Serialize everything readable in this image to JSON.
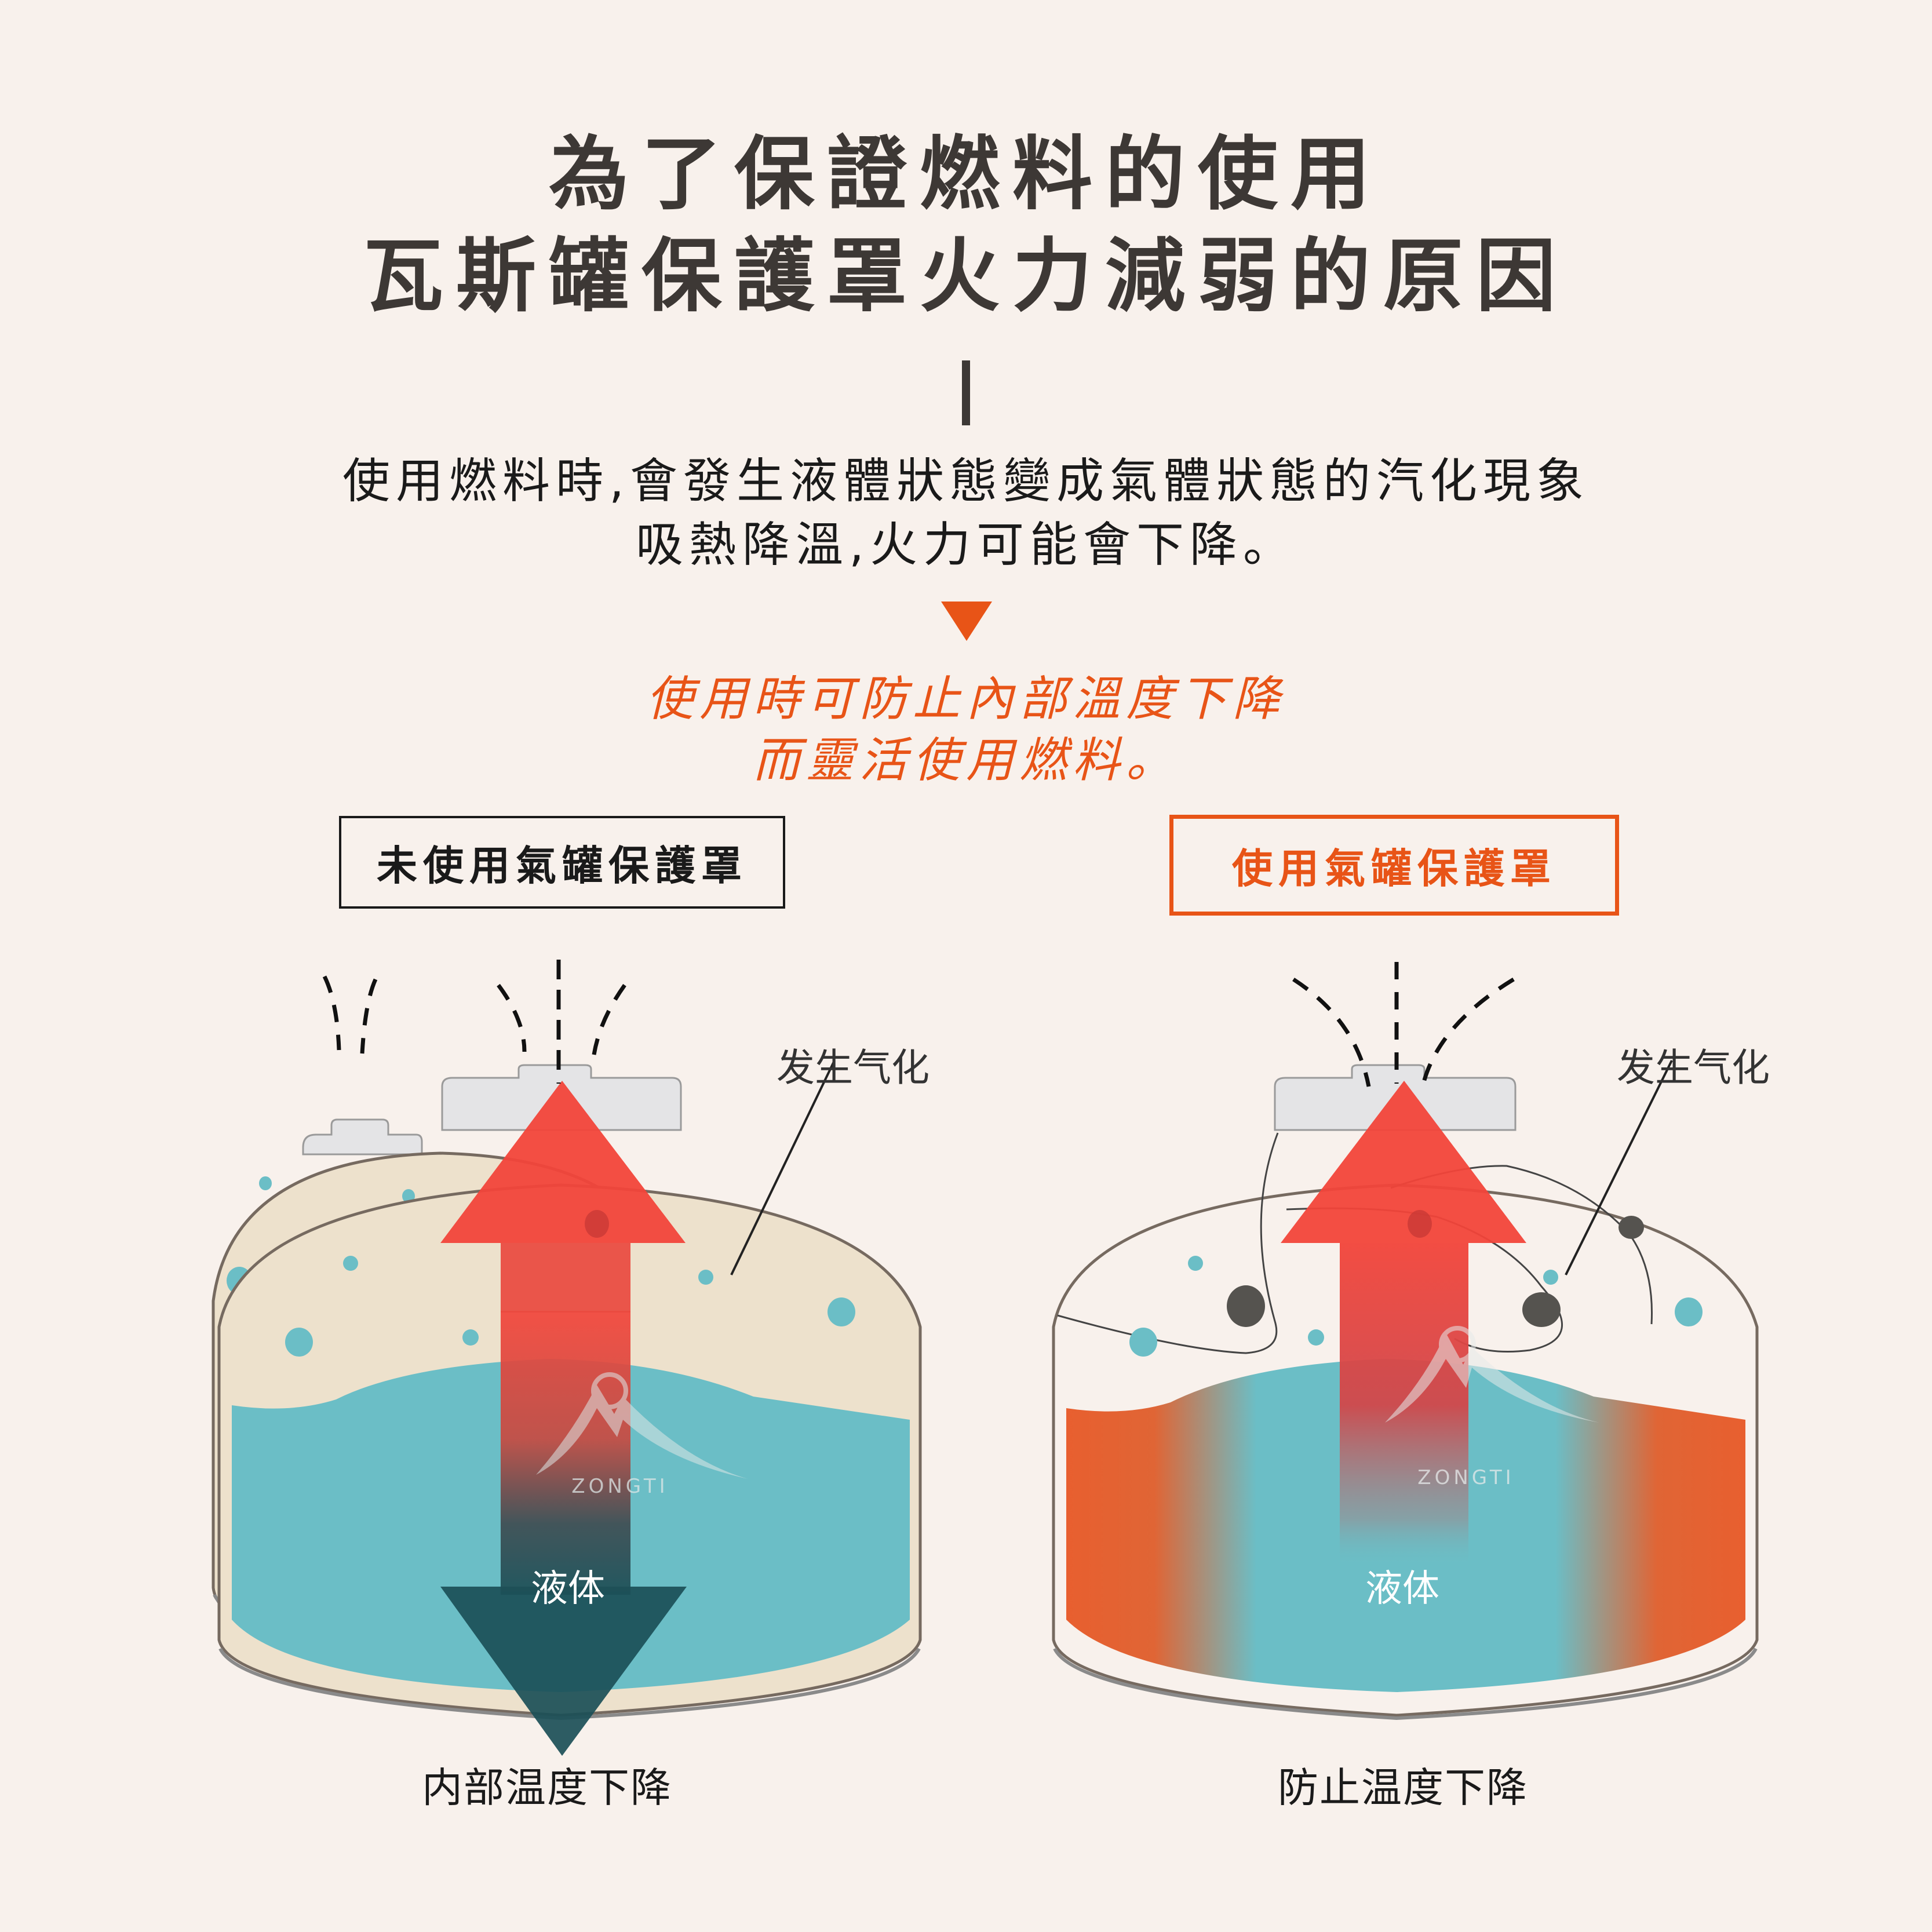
{
  "header": {
    "title_line1": "為了保證燃料的使用",
    "title_line2": "瓦斯罐保護罩火力減弱的原因"
  },
  "explanation": {
    "line1": "使用燃料時,會發生液體狀態變成氣體狀態的汽化現象",
    "line2": "吸熱降溫,火力可能會下降。"
  },
  "conclusion": {
    "line1": "使用時可防止內部溫度下降",
    "line2": "而靈活使用燃料。"
  },
  "comparison": {
    "left": {
      "label": "未使用氣罐保護罩",
      "annotation": "发生气化",
      "liquid_label": "液体",
      "watermark": "ZONGTI",
      "caption": "内部温度下降"
    },
    "right": {
      "label": "使用氣罐保護罩",
      "annotation": "发生气化",
      "liquid_label": "液体",
      "watermark": "ZONGTI",
      "caption": "防止温度下降"
    }
  },
  "colors": {
    "background": "#f8f1ec",
    "accent_orange": "#e85417",
    "liquid_teal": "#6bbec6",
    "gas_beige": "#ede1cc",
    "arrow_red": "#f2443a",
    "arrow_dark_teal": "#1b4f57",
    "text_dark": "#3d3835"
  }
}
